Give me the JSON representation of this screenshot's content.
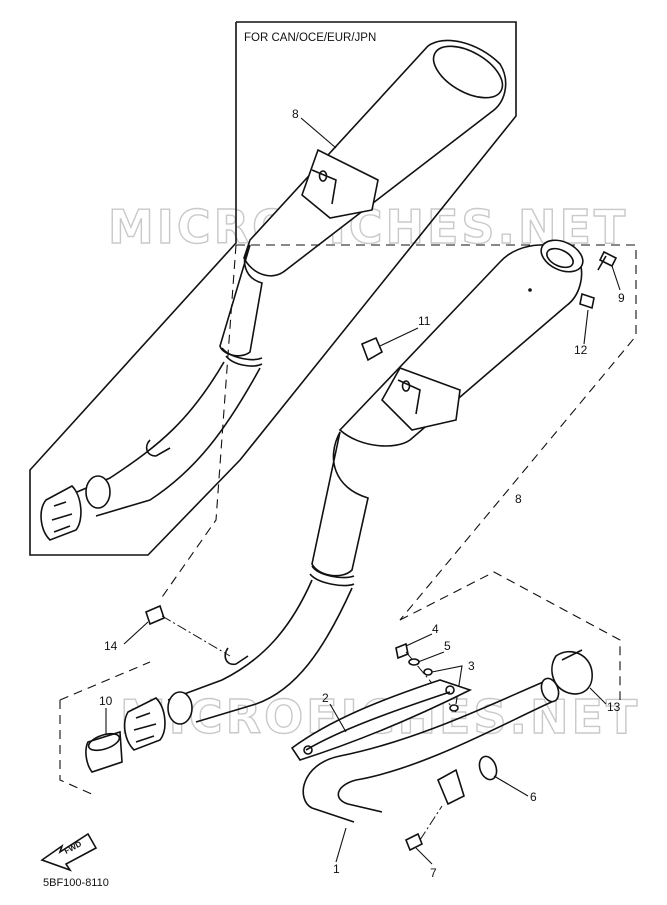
{
  "header": {
    "region_note": "FOR CAN/OCE/EUR/JPN"
  },
  "footer": {
    "diagram_code": "5BF100-8110"
  },
  "watermark": {
    "text": "MICROFICHES.NET"
  },
  "fwd_arrow": {
    "label": "FWD"
  },
  "callouts": [
    {
      "id": "c8-top",
      "label": "8"
    },
    {
      "id": "c8-right",
      "label": "8"
    },
    {
      "id": "c9",
      "label": "9"
    },
    {
      "id": "c11",
      "label": "11"
    },
    {
      "id": "c12",
      "label": "12"
    },
    {
      "id": "c14",
      "label": "14"
    },
    {
      "id": "c10",
      "label": "10"
    },
    {
      "id": "c4",
      "label": "4"
    },
    {
      "id": "c5",
      "label": "5"
    },
    {
      "id": "c3",
      "label": "3"
    },
    {
      "id": "c2",
      "label": "2"
    },
    {
      "id": "c13",
      "label": "13"
    },
    {
      "id": "c6",
      "label": "6"
    },
    {
      "id": "c1",
      "label": "1"
    },
    {
      "id": "c7",
      "label": "7"
    }
  ]
}
